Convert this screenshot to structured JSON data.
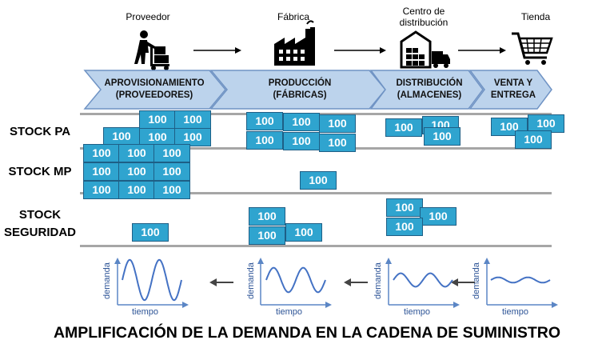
{
  "nodes": [
    {
      "id": "proveedor",
      "label": "Proveedor",
      "icon": "dolly-worker-icon"
    },
    {
      "id": "fabrica",
      "label": "Fábrica",
      "icon": "factory-icon"
    },
    {
      "id": "centro",
      "label": "Centro de distribución",
      "icon": "warehouse-truck-icon"
    },
    {
      "id": "tienda",
      "label": "Tienda",
      "icon": "shopping-cart-icon"
    }
  ],
  "stages": [
    {
      "line1": "APROVISIONAMIENTO",
      "line2": "(PROVEEDORES)"
    },
    {
      "line1": "PRODUCCIÓN",
      "line2": "(FÁBRICAS)"
    },
    {
      "line1": "DISTRIBUCIÓN",
      "line2": "(ALMACENES)"
    },
    {
      "line1": "VENTA Y",
      "line2": "ENTREGA"
    }
  ],
  "rows": [
    {
      "line1": "STOCK PA",
      "line2": ""
    },
    {
      "line1": "STOCK MP",
      "line2": ""
    },
    {
      "line1": "STOCK",
      "line2": "SEGURIDAD"
    }
  ],
  "box_value": "100",
  "graphs": [
    {
      "ylabel": "demanda",
      "xlabel": "tiempo",
      "amplitude": 0.9
    },
    {
      "ylabel": "demanda",
      "xlabel": "tiempo",
      "amplitude": 0.55
    },
    {
      "ylabel": "demanda",
      "xlabel": "tiempo",
      "amplitude": 0.3
    },
    {
      "ylabel": "demanda",
      "xlabel": "tiempo",
      "amplitude": 0.12
    }
  ],
  "title": "AMPLIFICACIÓN DE LA DEMANDA EN LA CADENA DE SUMINISTRO",
  "colors": {
    "box": "#2fa4cf",
    "box_border": "#1e5f86",
    "chevron": "#bcd3ec",
    "chevron_border": "#6f93c4",
    "axis": "#5b86c5",
    "wave": "#4472c4"
  }
}
